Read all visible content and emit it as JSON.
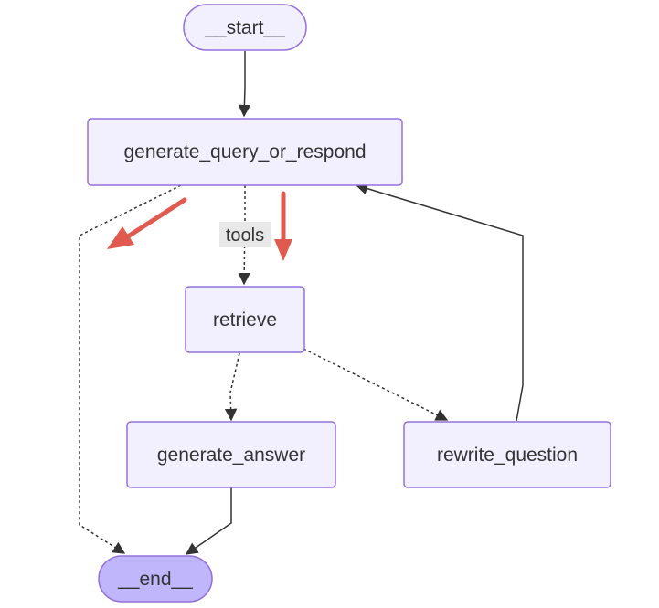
{
  "nodes": {
    "start": {
      "label": "__start__"
    },
    "generate_query_or_respond": {
      "label": "generate_query_or_respond"
    },
    "retrieve": {
      "label": "retrieve"
    },
    "generate_answer": {
      "label": "generate_answer"
    },
    "rewrite_question": {
      "label": "rewrite_question"
    },
    "end": {
      "label": "__end__"
    }
  },
  "edges": [
    {
      "from": "start",
      "to": "generate_query_or_respond",
      "style": "solid"
    },
    {
      "from": "generate_query_or_respond",
      "to": "retrieve",
      "style": "dotted",
      "label": "tools"
    },
    {
      "from": "generate_query_or_respond",
      "to": "end",
      "style": "dotted"
    },
    {
      "from": "retrieve",
      "to": "generate_answer",
      "style": "dotted"
    },
    {
      "from": "retrieve",
      "to": "rewrite_question",
      "style": "dotted"
    },
    {
      "from": "generate_answer",
      "to": "end",
      "style": "solid"
    },
    {
      "from": "rewrite_question",
      "to": "generate_query_or_respond",
      "style": "solid"
    }
  ],
  "annotations": {
    "highlight_arrow_count": 2
  },
  "colors": {
    "node_fill": "#f2f0ff",
    "node_stroke": "#9370db",
    "end_fill": "#bfb6fc",
    "edge": "#333333",
    "label_bg": "#e8e8e8",
    "highlight": "#e05a4f"
  }
}
